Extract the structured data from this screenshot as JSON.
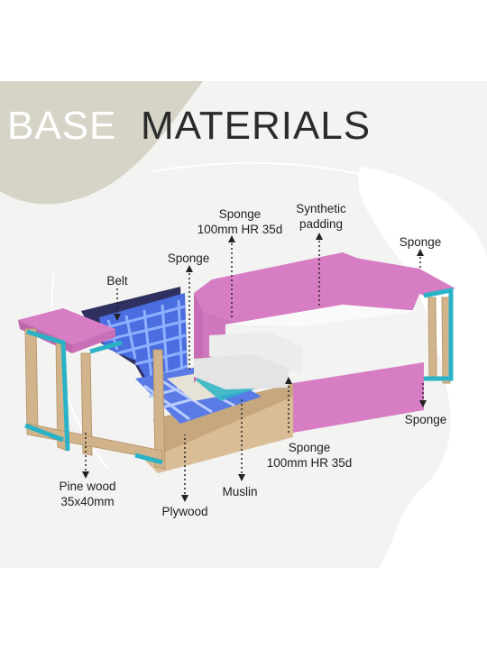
{
  "title": {
    "word1": "BASE",
    "word2": "MATERIALS"
  },
  "labels": {
    "sponge_top_center": "Sponge\n100mm HR 35d",
    "synthetic_padding": "Synthetic\npadding",
    "sponge_top_right": "Sponge",
    "sponge_left": "Sponge",
    "belt": "Belt",
    "sponge_right": "Sponge",
    "sponge_bottom": "Sponge\n100mm HR 35d",
    "pine_wood": "Pine wood\n35x40mm",
    "muslin": "Muslin",
    "plywood": "Plywood"
  },
  "colors": {
    "beige_shape": "#d6d3c7",
    "teal_frame": "#2ab3c6",
    "pink_foam": "#d77dc4",
    "blue_belt": "#3d5fd0",
    "wood": "#d2b48c",
    "white_foam": "#f1f1f1"
  }
}
